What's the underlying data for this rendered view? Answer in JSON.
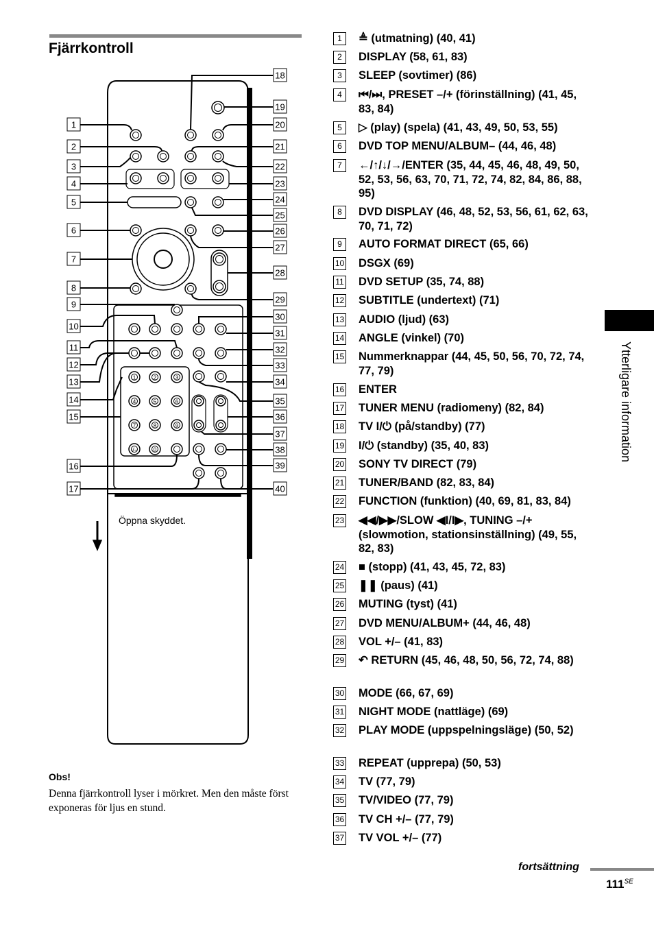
{
  "title": "Fjärrkontroll",
  "caption": "Öppna skyddet.",
  "obs_title": "Obs!",
  "obs_text": "Denna fjärrkontroll lyser i mörkret. Men den måste först exponeras för ljus en stund.",
  "side_label": "Ytterligare information",
  "continuation": "fortsättning",
  "page_number": "111",
  "page_suffix": "SE",
  "callout_numbers": [
    "1",
    "2",
    "3",
    "4",
    "5",
    "6",
    "7",
    "8",
    "9",
    "10",
    "11",
    "12",
    "13",
    "14",
    "15",
    "16",
    "17",
    "18",
    "19",
    "20",
    "21",
    "22",
    "23",
    "24",
    "25",
    "26",
    "27",
    "28",
    "29",
    "30",
    "31",
    "32",
    "33",
    "34",
    "35",
    "36",
    "37",
    "38",
    "39",
    "40"
  ],
  "keypad_labels": [
    "1",
    "2",
    "3",
    "4",
    "5",
    "6",
    "7",
    "8",
    "9",
    "-/--",
    "0"
  ],
  "items": [
    {
      "n": "1",
      "text": "≜ (utmatning) (40, 41)"
    },
    {
      "n": "2",
      "text": "DISPLAY (58, 61, 83)"
    },
    {
      "n": "3",
      "text": "SLEEP (sovtimer) (86)"
    },
    {
      "n": "4",
      "text": "⏮/⏭, PRESET –/+ (förinställning) (41, 45, 83, 84)"
    },
    {
      "n": "5",
      "text": "▷ (play) (spela) (41, 43, 49, 50, 53, 55)"
    },
    {
      "n": "6",
      "text": "DVD TOP MENU/ALBUM– (44, 46, 48)"
    },
    {
      "n": "7",
      "text": "←/↑/↓/→/ENTER (35, 44, 45, 46, 48, 49, 50, 52, 53, 56, 63, 70, 71, 72, 74, 82, 84, 86, 88, 95)"
    },
    {
      "n": "8",
      "text": "DVD DISPLAY (46, 48, 52, 53, 56, 61, 62, 63, 70, 71, 72)"
    },
    {
      "n": "9",
      "text": "AUTO FORMAT DIRECT (65, 66)"
    },
    {
      "n": "10",
      "text": "DSGX (69)"
    },
    {
      "n": "11",
      "text": "DVD SETUP (35, 74, 88)"
    },
    {
      "n": "12",
      "text": "SUBTITLE (undertext) (71)"
    },
    {
      "n": "13",
      "text": "AUDIO (ljud) (63)"
    },
    {
      "n": "14",
      "text": "ANGLE (vinkel) (70)"
    },
    {
      "n": "15",
      "text": "Nummerknappar (44, 45, 50, 56, 70, 72, 74, 77, 79)"
    },
    {
      "n": "16",
      "text": "ENTER"
    },
    {
      "n": "17",
      "text": "TUNER MENU (radiomeny) (82, 84)"
    },
    {
      "n": "18",
      "text": "TV I/⏻ (på/standby) (77)"
    },
    {
      "n": "19",
      "text": "I/⏻ (standby) (35, 40, 83)"
    },
    {
      "n": "20",
      "text": "SONY TV DIRECT (79)"
    },
    {
      "n": "21",
      "text": "TUNER/BAND (82, 83, 84)"
    },
    {
      "n": "22",
      "text": "FUNCTION (funktion) (40, 69, 81, 83, 84)"
    },
    {
      "n": "23",
      "text": "◀◀/▶▶/SLOW ◀I/I▶, TUNING –/+ (slowmotion, stationsinställning) (49, 55, 82, 83)"
    },
    {
      "n": "24",
      "text": "■ (stopp) (41, 43, 45, 72, 83)"
    },
    {
      "n": "25",
      "text": "❚❚ (paus) (41)"
    },
    {
      "n": "26",
      "text": "MUTING (tyst) (41)"
    },
    {
      "n": "27",
      "text": "DVD MENU/ALBUM+ (44, 46, 48)"
    },
    {
      "n": "28",
      "text": "VOL +/– (41, 83)"
    },
    {
      "n": "29",
      "text": "↶ RETURN (45, 46, 48, 50, 56, 72, 74, 88)"
    },
    {
      "n": "30",
      "text": "MODE (66, 67, 69)"
    },
    {
      "n": "31",
      "text": "NIGHT MODE (nattläge) (69)"
    },
    {
      "n": "32",
      "text": "PLAY MODE (uppspelningsläge) (50, 52)"
    },
    {
      "n": "33",
      "text": "REPEAT (upprepa) (50, 53)"
    },
    {
      "n": "34",
      "text": "TV (77, 79)"
    },
    {
      "n": "35",
      "text": "TV/VIDEO (77, 79)"
    },
    {
      "n": "36",
      "text": "TV CH +/– (77, 79)"
    },
    {
      "n": "37",
      "text": "TV VOL +/– (77)"
    }
  ]
}
